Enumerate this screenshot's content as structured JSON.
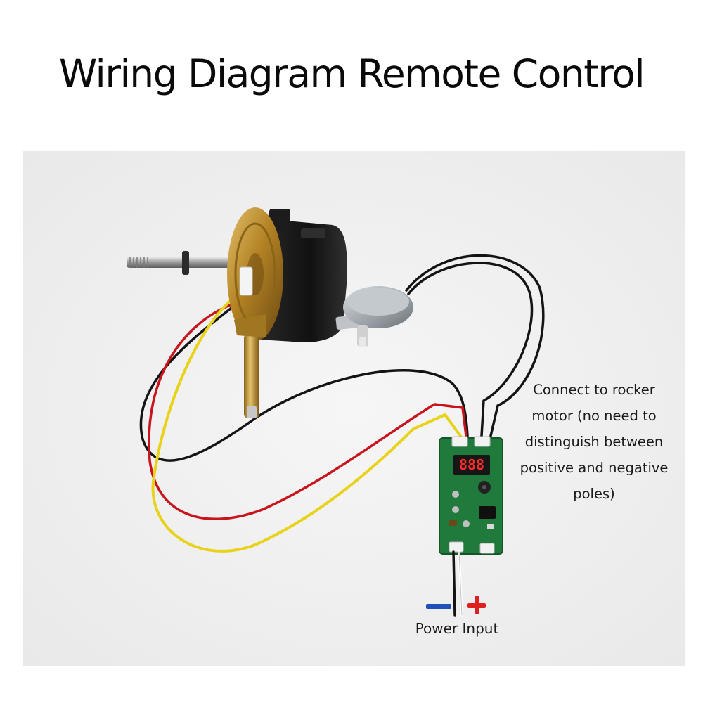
{
  "title": "Wiring Diagram Remote Control",
  "annotation": {
    "lines": [
      "Connect to rocker",
      "motor (no need to",
      "distinguish between",
      "positive and negative",
      "poles)"
    ]
  },
  "power": {
    "label": "Power Input",
    "negative_color": "#1f4fb8",
    "positive_color": "#e02020"
  },
  "display": {
    "readout": "888"
  },
  "colors": {
    "background": "#f1f1f1",
    "wire_black": "#141414",
    "wire_red": "#c8141c",
    "wire_yellow": "#e8d21a",
    "board_green": "#1f7a3c",
    "motor_black": "#1a1a1a",
    "motor_bronze": "#b8872e",
    "rocker_silver": "#a7acb2"
  }
}
